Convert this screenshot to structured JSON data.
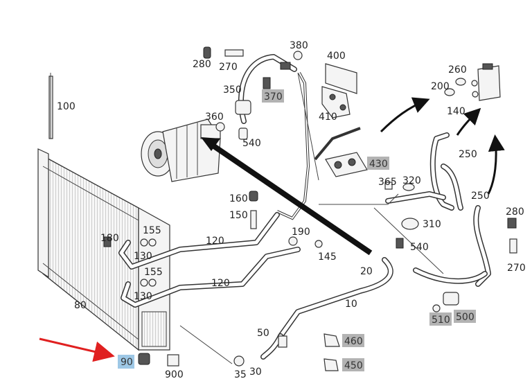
{
  "labels": {
    "p10": "10",
    "p20": "20",
    "p30": "30",
    "p35": "35",
    "p50": "50",
    "p80": "80",
    "p90": "90",
    "p100": "100",
    "p120a": "120",
    "p120b": "120",
    "p130a": "130",
    "p130b": "130",
    "p140": "140",
    "p145": "145",
    "p150": "150",
    "p155a": "155",
    "p155b": "155",
    "p160": "160",
    "p180": "180",
    "p190": "190",
    "p200": "200",
    "p250a": "250",
    "p250b": "250",
    "p260": "260",
    "p270a": "270",
    "p270b": "270",
    "p280a": "280",
    "p280b": "280",
    "p310": "310",
    "p320": "320",
    "p350": "350",
    "p360": "360",
    "p365": "365",
    "p370": "370",
    "p380": "380",
    "p400": "400",
    "p410": "410",
    "p430": "430",
    "p450": "450",
    "p460": "460",
    "p500": "500",
    "p510": "510",
    "p540a": "540",
    "p540b": "540",
    "p900": "900"
  },
  "colors": {
    "highlight_gray": "#b3b3b3",
    "highlight_blue": "#9ec8e6",
    "pointer_arrow": "#e02020",
    "flow_arrow": "#111111"
  }
}
